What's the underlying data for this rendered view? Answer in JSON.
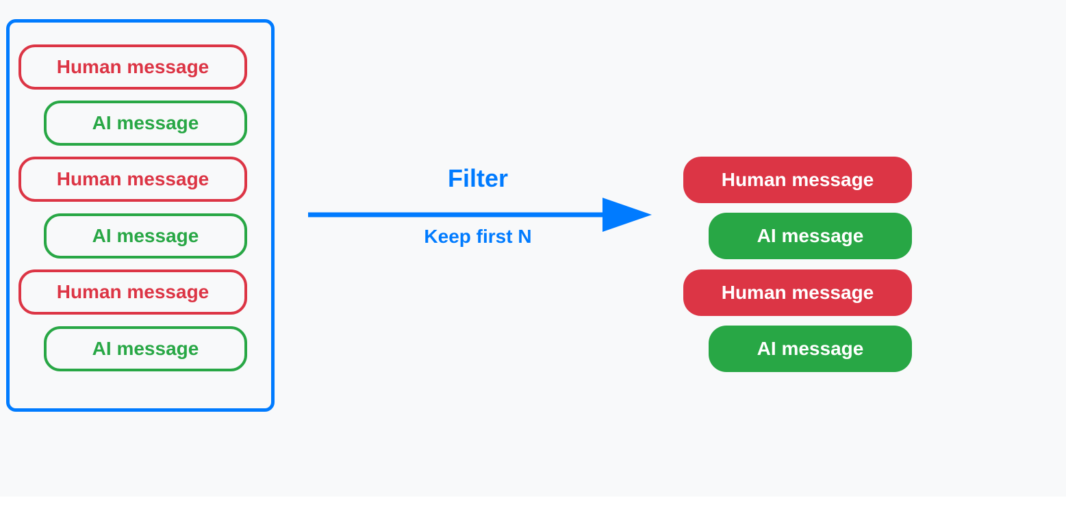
{
  "colors": {
    "accent": "#007bff",
    "human": "#dc3545",
    "ai": "#28a745",
    "background": "#f8f9fa"
  },
  "input_messages": [
    {
      "role": "human",
      "label": "Human message"
    },
    {
      "role": "ai",
      "label": "AI message"
    },
    {
      "role": "human",
      "label": "Human message"
    },
    {
      "role": "ai",
      "label": "AI message"
    },
    {
      "role": "human",
      "label": "Human message"
    },
    {
      "role": "ai",
      "label": "AI message"
    }
  ],
  "filter": {
    "title": "Filter",
    "subtitle": "Keep first N",
    "icon": "right-arrow-icon"
  },
  "output_messages": [
    {
      "role": "human",
      "label": "Human message"
    },
    {
      "role": "ai",
      "label": "AI message"
    },
    {
      "role": "human",
      "label": "Human message"
    },
    {
      "role": "ai",
      "label": "AI message"
    }
  ]
}
